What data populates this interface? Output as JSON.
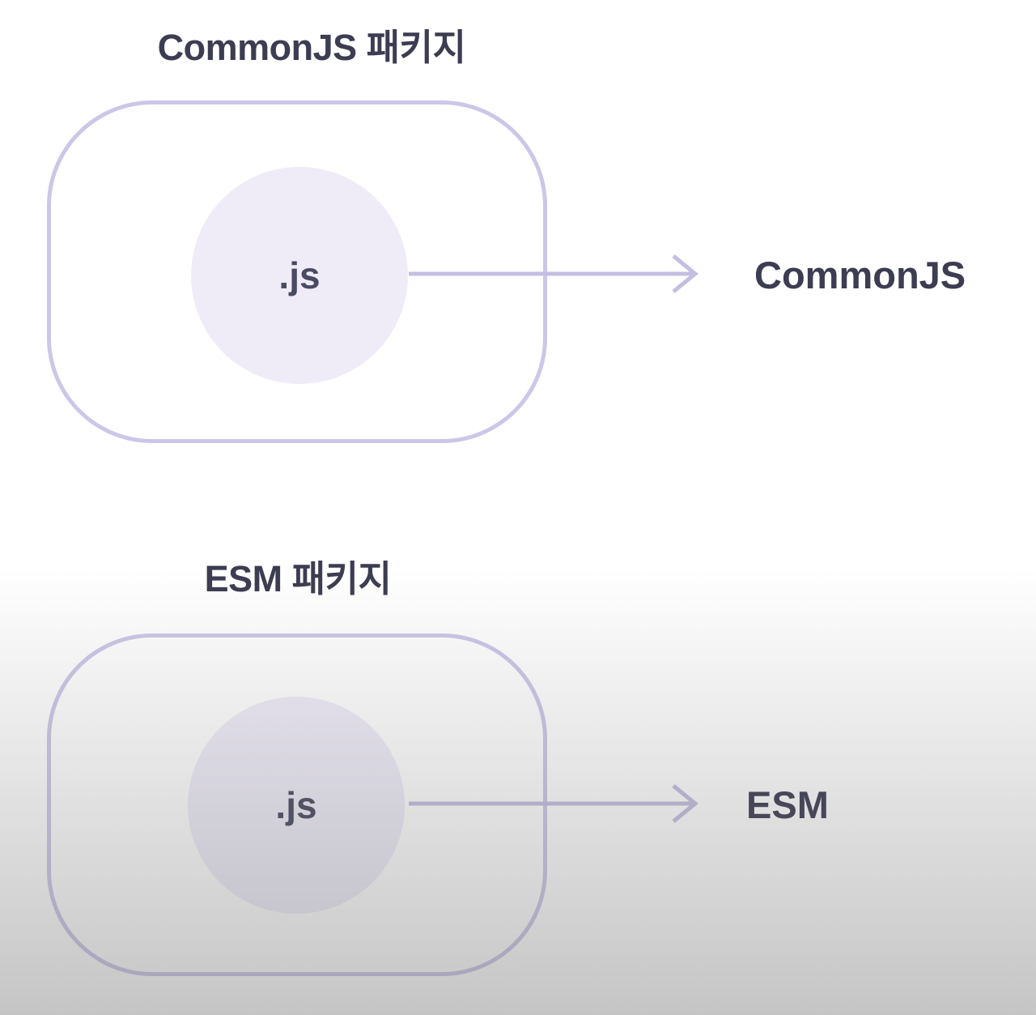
{
  "colors": {
    "accent_border": "#ccc7e8",
    "accent_arrow": "#c4bfe1",
    "circle_fill": "#efecf8",
    "text_dark": "#3c3c52",
    "text_js": "#4a4a62",
    "bottom_fade": "#c8c8c8"
  },
  "sections": [
    {
      "title": "CommonJS 패키지",
      "file_label": ".js",
      "module_label": "CommonJS"
    },
    {
      "title": "ESM 패키지",
      "file_label": ".js",
      "module_label": "ESM"
    }
  ]
}
